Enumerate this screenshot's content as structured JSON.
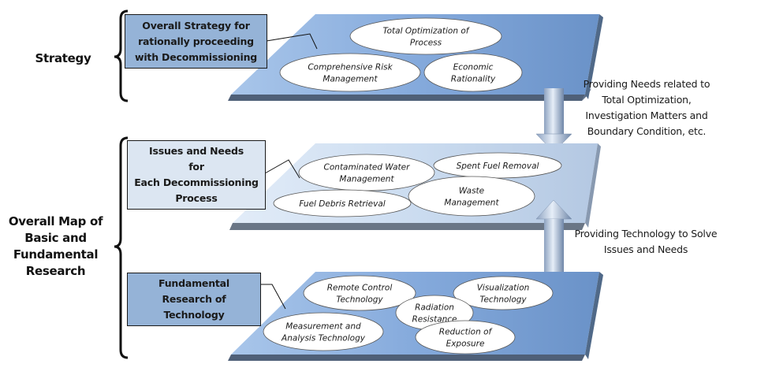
{
  "side_labels": {
    "strategy": "Strategy",
    "overall_map": [
      "Overall Map of",
      "Basic and",
      "Fundamental",
      "Research"
    ]
  },
  "layers": [
    {
      "id": "strategy",
      "box_lines": [
        "Overall Strategy for",
        "rationally proceeding",
        "with Decommissioning"
      ],
      "box_color": "#95b3d7",
      "platform_color": "#7ea6dc",
      "items": [
        {
          "lines": [
            "Total Optimization of",
            "Process"
          ]
        },
        {
          "lines": [
            "Comprehensive Risk",
            "Management"
          ]
        },
        {
          "lines": [
            "Economic",
            "Rationality"
          ]
        }
      ]
    },
    {
      "id": "issues",
      "box_lines": [
        "Issues and Needs",
        "for",
        "Each Decommissioning",
        "Process"
      ],
      "box_color": "#dce6f2",
      "platform_color": "#c4d6ee",
      "items": [
        {
          "lines": [
            "Contaminated Water",
            "Management"
          ]
        },
        {
          "lines": [
            "Spent Fuel Removal"
          ]
        },
        {
          "lines": [
            "Waste",
            "Management"
          ]
        },
        {
          "lines": [
            "Fuel Debris Retrieval"
          ]
        }
      ]
    },
    {
      "id": "fundamental",
      "box_lines": [
        "Fundamental",
        "Research of",
        "Technology"
      ],
      "box_color": "#95b3d7",
      "platform_color": "#7ea6dc",
      "items": [
        {
          "lines": [
            "Remote Control",
            "Technology"
          ]
        },
        {
          "lines": [
            "Visualization",
            "Technology"
          ]
        },
        {
          "lines": [
            "Radiation",
            "Resistance"
          ]
        },
        {
          "lines": [
            "Measurement and",
            "Analysis Technology"
          ]
        },
        {
          "lines": [
            "Reduction of",
            "Exposure"
          ]
        }
      ]
    }
  ],
  "arrows": {
    "down_note": [
      "Providing Needs related to",
      "Total Optimization,",
      "Investigation Matters and",
      "Boundary Condition, etc."
    ],
    "up_note": [
      "Providing Technology to Solve",
      "Issues and Needs"
    ]
  }
}
